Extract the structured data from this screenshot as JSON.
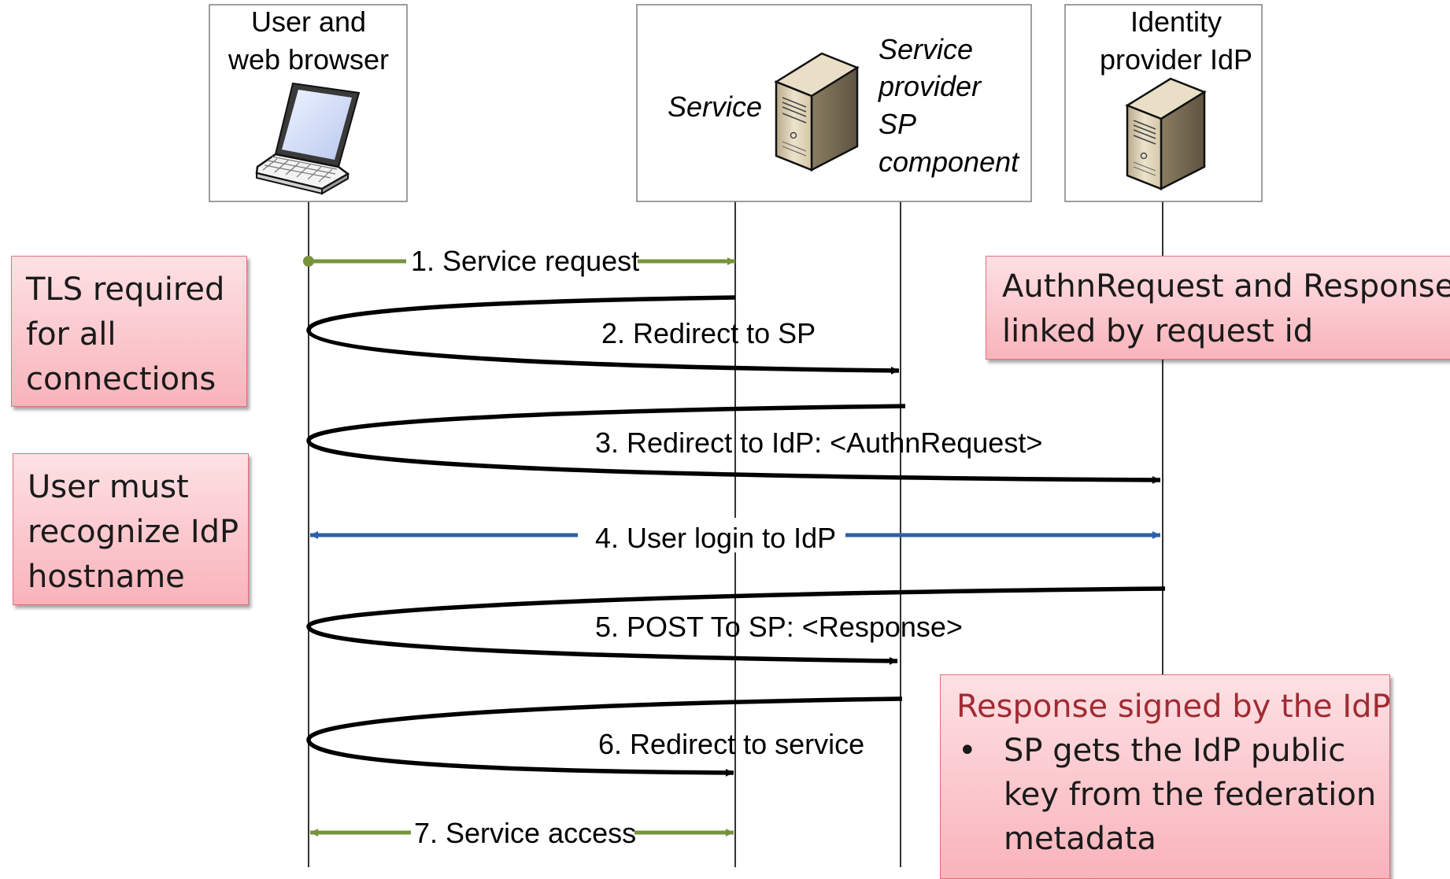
{
  "actors": [
    {
      "id": "browser",
      "lines": [
        "User and",
        "web browser"
      ],
      "icon": "laptop-icon"
    },
    {
      "id": "service",
      "label": "Service",
      "lines": [
        "Service",
        "provider",
        "SP",
        "component"
      ],
      "icon": "server-icon"
    },
    {
      "id": "idp",
      "lines": [
        "Identity",
        "provider IdP"
      ],
      "icon": "server-icon"
    }
  ],
  "messages": [
    {
      "label": "1. Service request",
      "color": "#77933c"
    },
    {
      "label": "2. Redirect to SP",
      "color": "#000000"
    },
    {
      "label": "3. Redirect to IdP: <AuthnRequest>",
      "color": "#000000"
    },
    {
      "label": "4. User login to IdP",
      "color": "#2e5fa8"
    },
    {
      "label": "5. POST To SP: <Response>",
      "color": "#000000"
    },
    {
      "label": "6. Redirect to service",
      "color": "#000000"
    },
    {
      "label": "7. Service access",
      "color": "#77933c"
    }
  ],
  "notes": {
    "tls": {
      "lines": [
        "TLS required",
        "for all",
        "connections"
      ]
    },
    "user_recognize": {
      "lines": [
        "User must",
        "recognize IdP",
        "hostname"
      ]
    },
    "authn_link": {
      "lines": [
        "AuthnRequest and Response",
        "linked by request id"
      ]
    },
    "response_signed": {
      "heading": "Response signed by the IdP",
      "bullet": "•",
      "bullet_lines": [
        "SP gets the IdP public",
        "key from the federation",
        "metadata"
      ]
    }
  },
  "colors": {
    "note_fill_top": "#fde1e4",
    "note_fill_bottom": "#f9b3bb",
    "note_border": "#e0707c",
    "note_heading": "#a12b33",
    "green_arrow": "#77933c",
    "blue_arrow": "#2e5fa8"
  }
}
